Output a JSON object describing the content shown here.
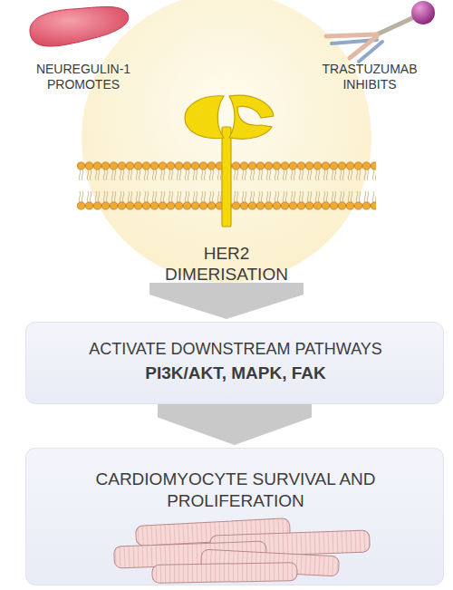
{
  "diagram": {
    "nodes": [
      {
        "text": [
          "HER2 DIMERISATION"
        ]
      },
      {
        "text": [
          "ACTIVATE DOWNSTREAM PATHWAYS",
          "PI3K/AKT, MAPK, FAK"
        ]
      },
      {
        "text": [
          "CARDIOMYOCYTE SURVIVAL AND PROLIFERATION"
        ]
      }
    ],
    "edges": [
      {
        "from": 0,
        "to": 1,
        "arrow": "to"
      },
      {
        "from": 1,
        "to": 2,
        "arrow": "to"
      }
    ],
    "labels": [
      "NEUREGULIN-1 PROMOTES",
      "TRASTUZUMAB INHIBITS"
    ]
  }
}
